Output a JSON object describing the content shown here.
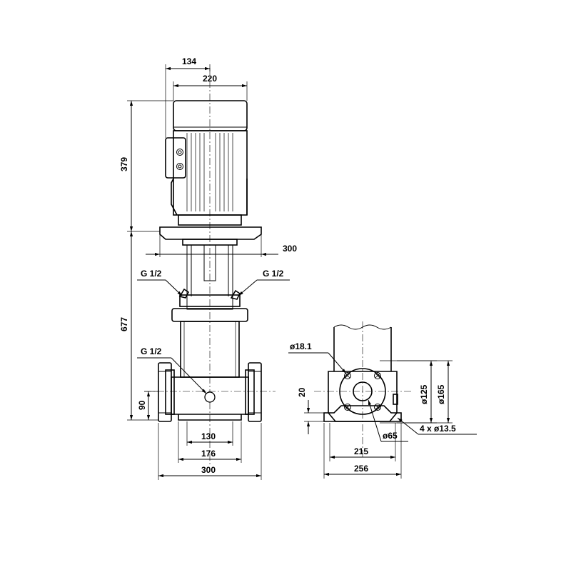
{
  "drawing": {
    "dimensions": {
      "d134": "134",
      "d220": "220",
      "d379": "379",
      "d300_flange": "300",
      "d677": "677",
      "d90": "90",
      "d130": "130",
      "d176": "176",
      "d300_base": "300",
      "d20": "20",
      "d215": "215",
      "d256": "256",
      "dia18_1": "ø18.1",
      "dia125": "ø125",
      "dia165": "ø165",
      "dia65": "ø65",
      "holes": "4 x ø13.5"
    },
    "connections": {
      "g_left": "G 1/2",
      "g_right": "G 1/2",
      "g_bottom": "G 1/2"
    }
  }
}
